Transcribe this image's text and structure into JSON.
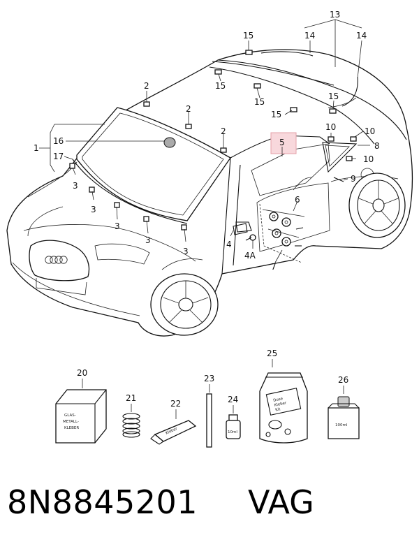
{
  "footer": {
    "part_number": "8N8845201",
    "brand": "VAG"
  },
  "callouts": {
    "c1": "1",
    "c2a": "2",
    "c2b": "2",
    "c2c": "2",
    "c3a": "3",
    "c3b": "3",
    "c3c": "3",
    "c3d": "3",
    "c3e": "3",
    "c4": "4",
    "c4a": "4A",
    "c5": "5",
    "c6": "6",
    "c7": "7",
    "c8": "8",
    "c9": "9",
    "c10a": "10",
    "c10b": "10",
    "c10c": "10",
    "c13": "13",
    "c14a": "14",
    "c14b": "14",
    "c15a": "15",
    "c15b": "15",
    "c15c": "15",
    "c15d": "15",
    "c15e": "15",
    "c16": "16",
    "c17": "17",
    "c20": "20",
    "c21": "21",
    "c22": "22",
    "c23": "23",
    "c24": "24",
    "c25": "25",
    "c26": "26"
  },
  "package_text": {
    "glass_adhesive": [
      "GLAS-",
      "METALL-",
      "KLEBER"
    ],
    "tube": "Kleber",
    "bottle_small": "10ml",
    "bag": [
      "Dose",
      "Kleber",
      "Kit"
    ],
    "bottle_large": "100ml"
  },
  "colors": {
    "highlight_fill": "#f8d8dc",
    "highlight_stroke": "#e5a0a8",
    "line": "#111111"
  }
}
